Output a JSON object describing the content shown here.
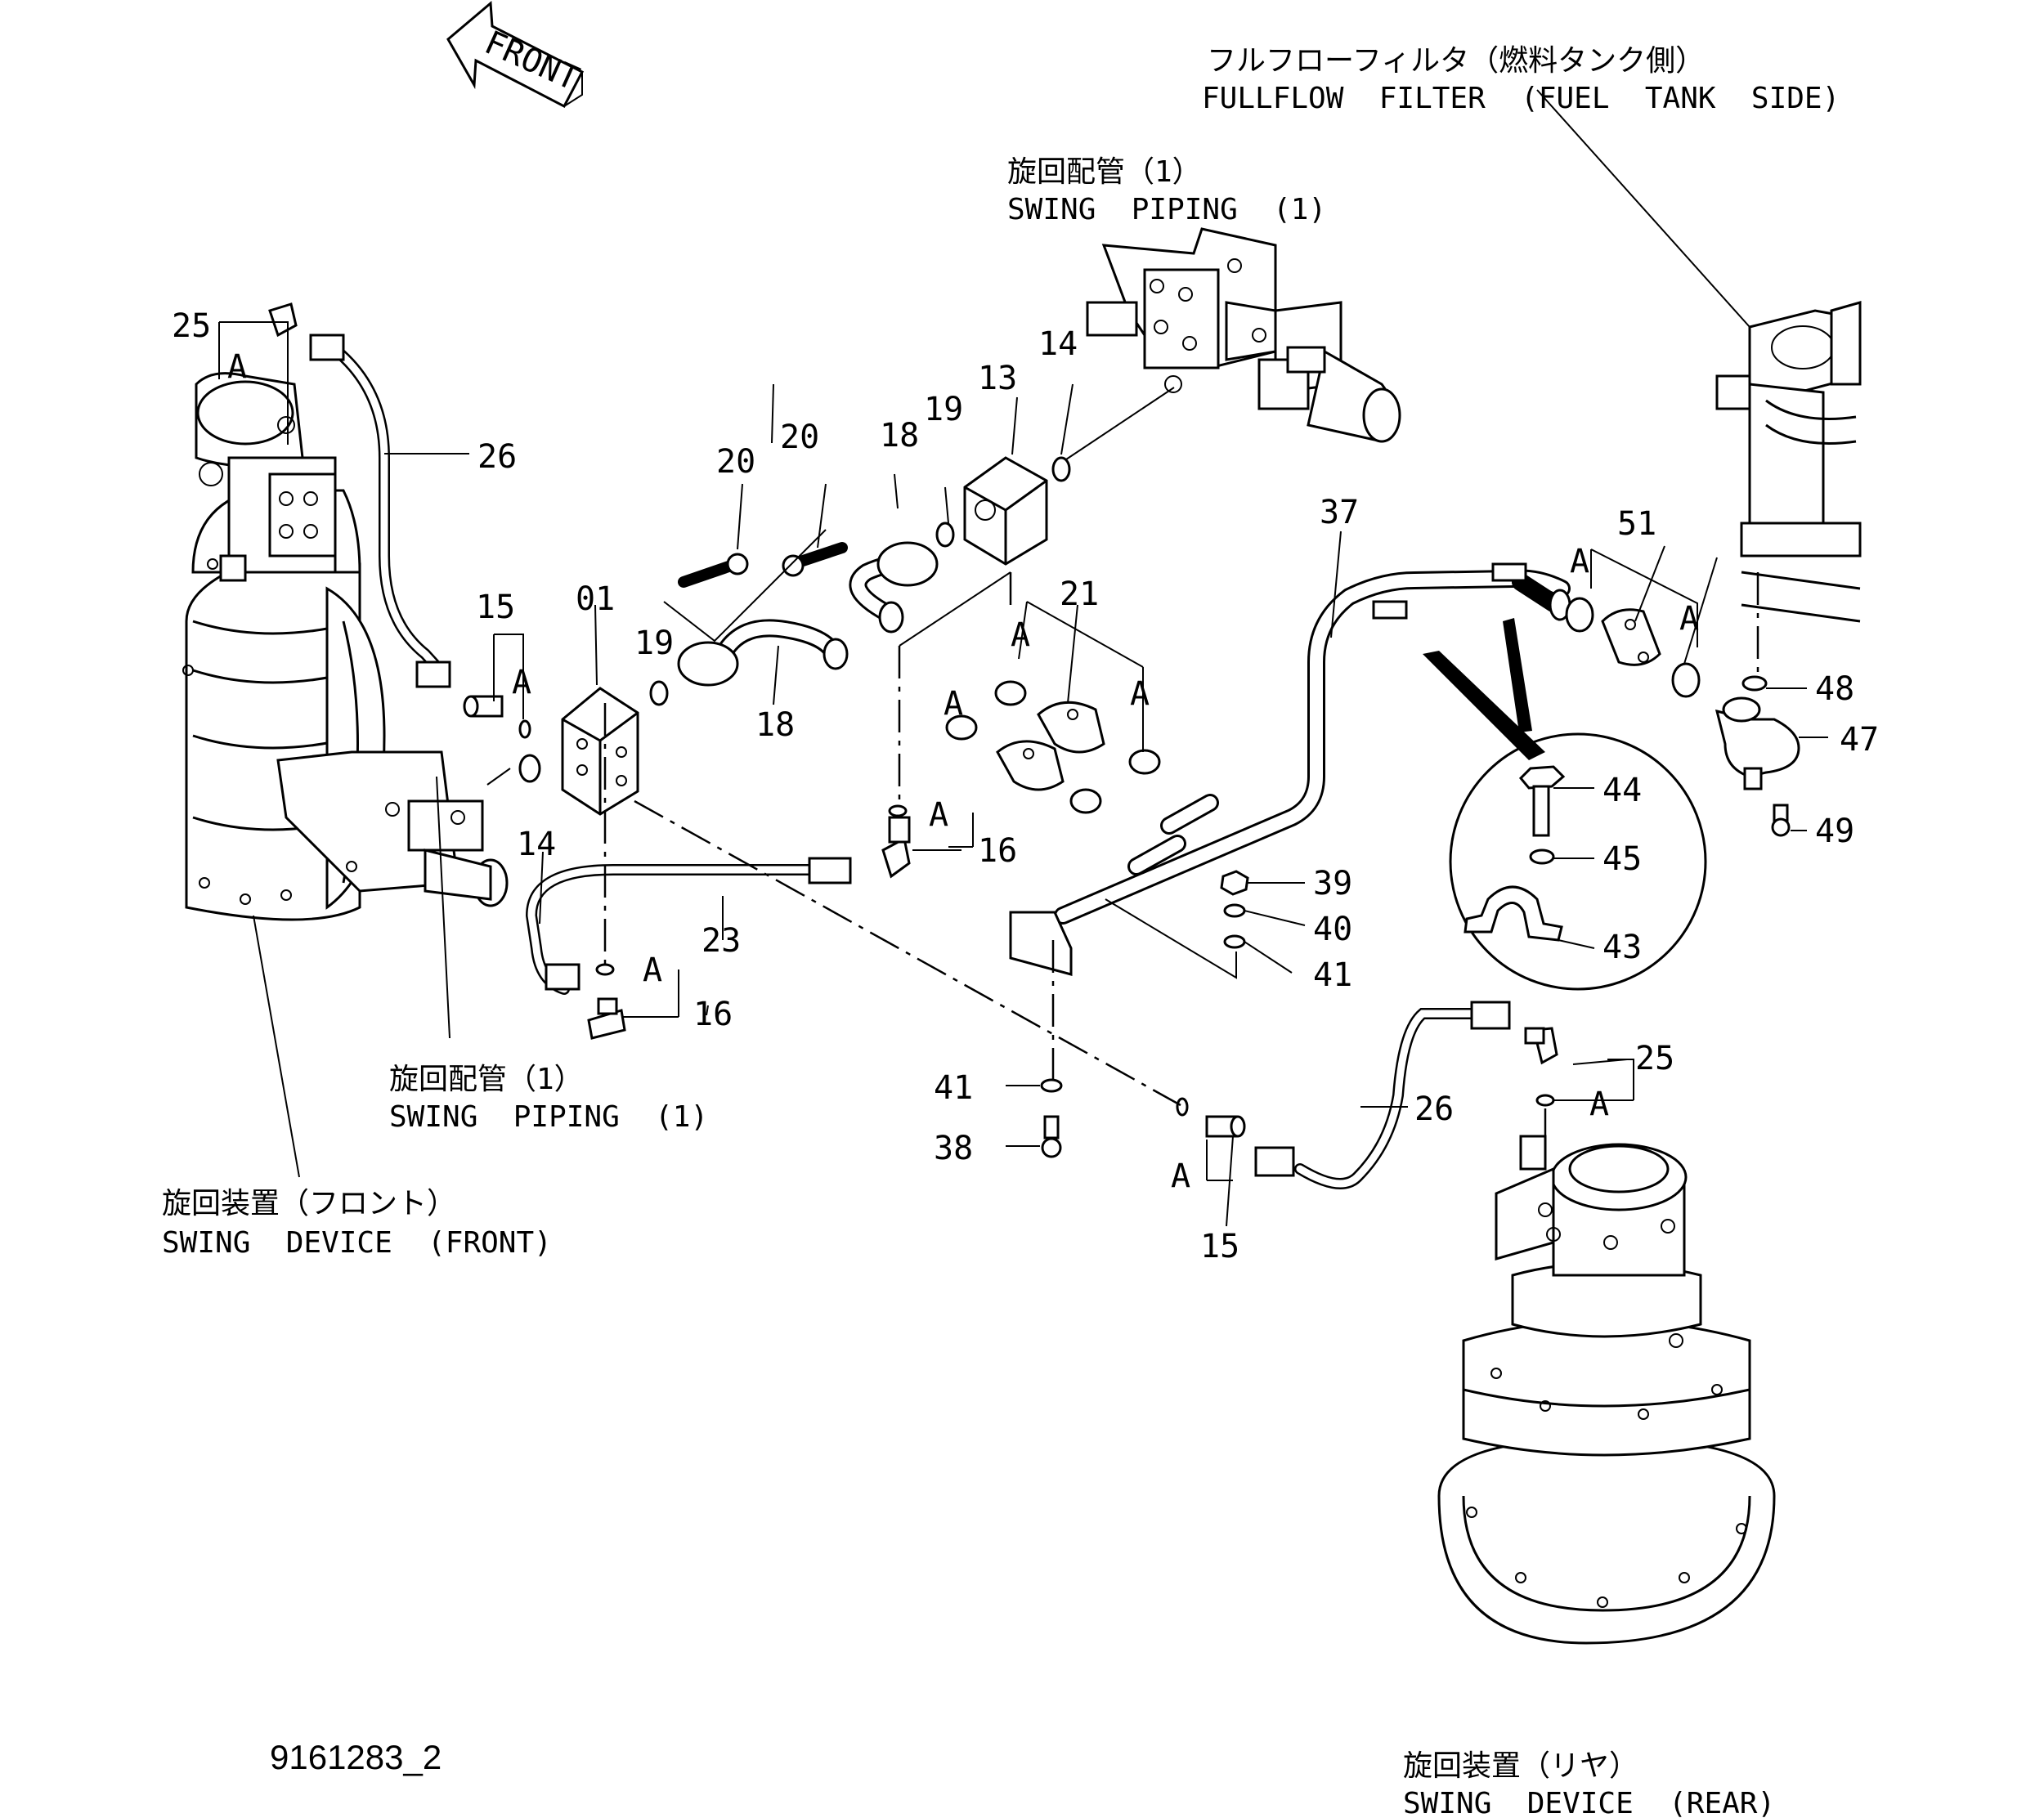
{
  "front_arrow": {
    "label": "FRONT"
  },
  "drawing_id": "9161283_2",
  "assemblies": {
    "fullflow_filter": {
      "jp": "フルフローフィルタ（燃料タンク側）",
      "en": "FULLFLOW  FILTER  (FUEL  TANK  SIDE)"
    },
    "swing_piping_top": {
      "jp": "旋回配管（1）",
      "en": "SWING  PIPING  (1)"
    },
    "swing_piping_left": {
      "jp": "旋回配管（1）",
      "en": "SWING  PIPING  (1)"
    },
    "swing_device_front": {
      "jp": "旋回装置（フロント）",
      "en": "SWING  DEVICE  (FRONT)"
    },
    "swing_device_rear": {
      "jp": "旋回装置（リヤ）",
      "en": "SWING  DEVICE  (REAR)"
    }
  },
  "parts": {
    "p01": "01",
    "p13": "13",
    "p14a": "14",
    "p14b": "14",
    "p15a": "15",
    "p15b": "15",
    "p16a": "16",
    "p16b": "16",
    "p18a": "18",
    "p18b": "18",
    "p19a": "19",
    "p19b": "19",
    "p20a": "20",
    "p20b": "20",
    "p21": "21",
    "p23": "23",
    "p25a": "25",
    "p25b": "25",
    "p26a": "26",
    "p26b": "26",
    "p37": "37",
    "p38": "38",
    "p39": "39",
    "p40": "40",
    "p41a": "41",
    "p41b": "41",
    "p43": "43",
    "p44": "44",
    "p45": "45",
    "p47": "47",
    "p48": "48",
    "p49": "49",
    "p51": "51"
  },
  "connection_marks": {
    "a1": "A",
    "a2": "A",
    "a3": "A",
    "a4": "A",
    "a5": "A",
    "a6": "A",
    "a7": "A",
    "a8": "A",
    "a9": "A",
    "a10": "A",
    "a11": "A"
  }
}
